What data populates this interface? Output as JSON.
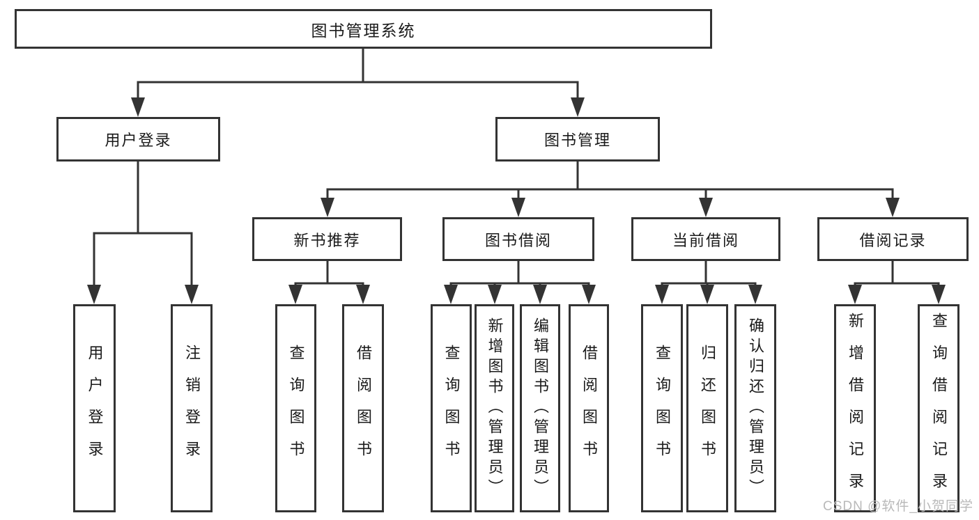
{
  "diagram": {
    "root": "图书管理系统",
    "level2": {
      "user_login": "用户登录",
      "book_management": "图书管理"
    },
    "user_login_leaves": [
      "用户登录",
      "注销登录"
    ],
    "modules": [
      {
        "label": "新书推荐",
        "leaves": [
          "查询图书",
          "借阅图书"
        ]
      },
      {
        "label": "图书借阅",
        "leaves": [
          "查询图书",
          "新增图书（管理员）",
          "编辑图书（管理员）",
          "借阅图书"
        ]
      },
      {
        "label": "当前借阅",
        "leaves": [
          "查询图书",
          "归还图书",
          "确认归还（管理员）"
        ]
      },
      {
        "label": "借阅记录",
        "leaves": [
          "新增借阅记录",
          "查询借阅记录"
        ]
      }
    ]
  },
  "colors": {
    "line": "#333333",
    "text": "#1a1a1a",
    "background": "#ffffff",
    "watermark": "#b9b9b9"
  },
  "watermark": "CSDN @软件_小贺同学"
}
